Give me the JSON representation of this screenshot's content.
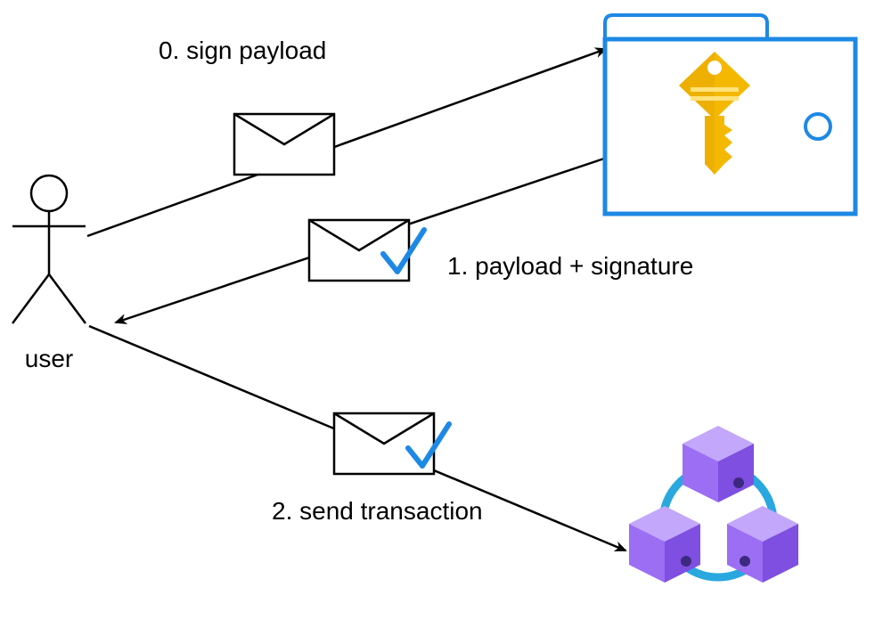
{
  "diagram": {
    "actor": {
      "label": "user"
    },
    "steps": [
      {
        "label": "0. sign payload"
      },
      {
        "label": "1. payload + signature"
      },
      {
        "label": "2. send transaction"
      }
    ],
    "icons": {
      "vault": "key-vault-icon",
      "blockchain": "blockchain-icon",
      "envelope": "envelope-icon",
      "check": "checkmark-icon"
    },
    "colors": {
      "vault_border": "#1e88e5",
      "key": "#f5b800",
      "check": "#1e88e5",
      "cube": "#9b6ef3",
      "ring": "#29a8e0"
    }
  }
}
